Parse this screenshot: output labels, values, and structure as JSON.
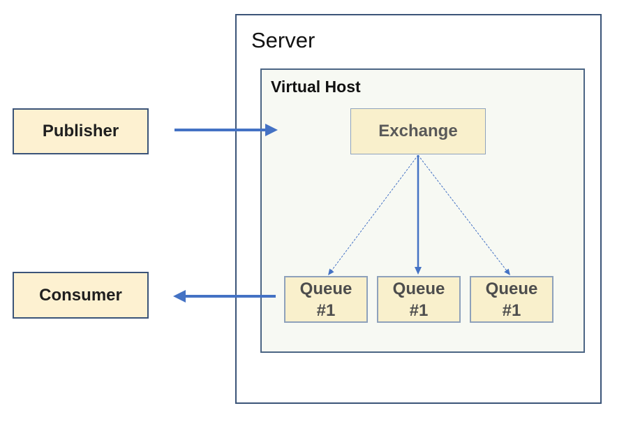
{
  "server": {
    "label": "Server"
  },
  "virtual_host": {
    "label": "Virtual Host"
  },
  "publisher": {
    "label": "Publisher"
  },
  "consumer": {
    "label": "Consumer"
  },
  "exchange": {
    "label": "Exchange"
  },
  "queues": [
    {
      "line1": "Queue",
      "line2": "#1"
    },
    {
      "line1": "Queue",
      "line2": "#1"
    },
    {
      "line1": "Queue",
      "line2": "#1"
    }
  ],
  "colors": {
    "arrow": "#4472c4",
    "box_fill": "#fdf1d1",
    "box_border": "#3b5478",
    "vhost_fill": "#f7f9f3"
  }
}
